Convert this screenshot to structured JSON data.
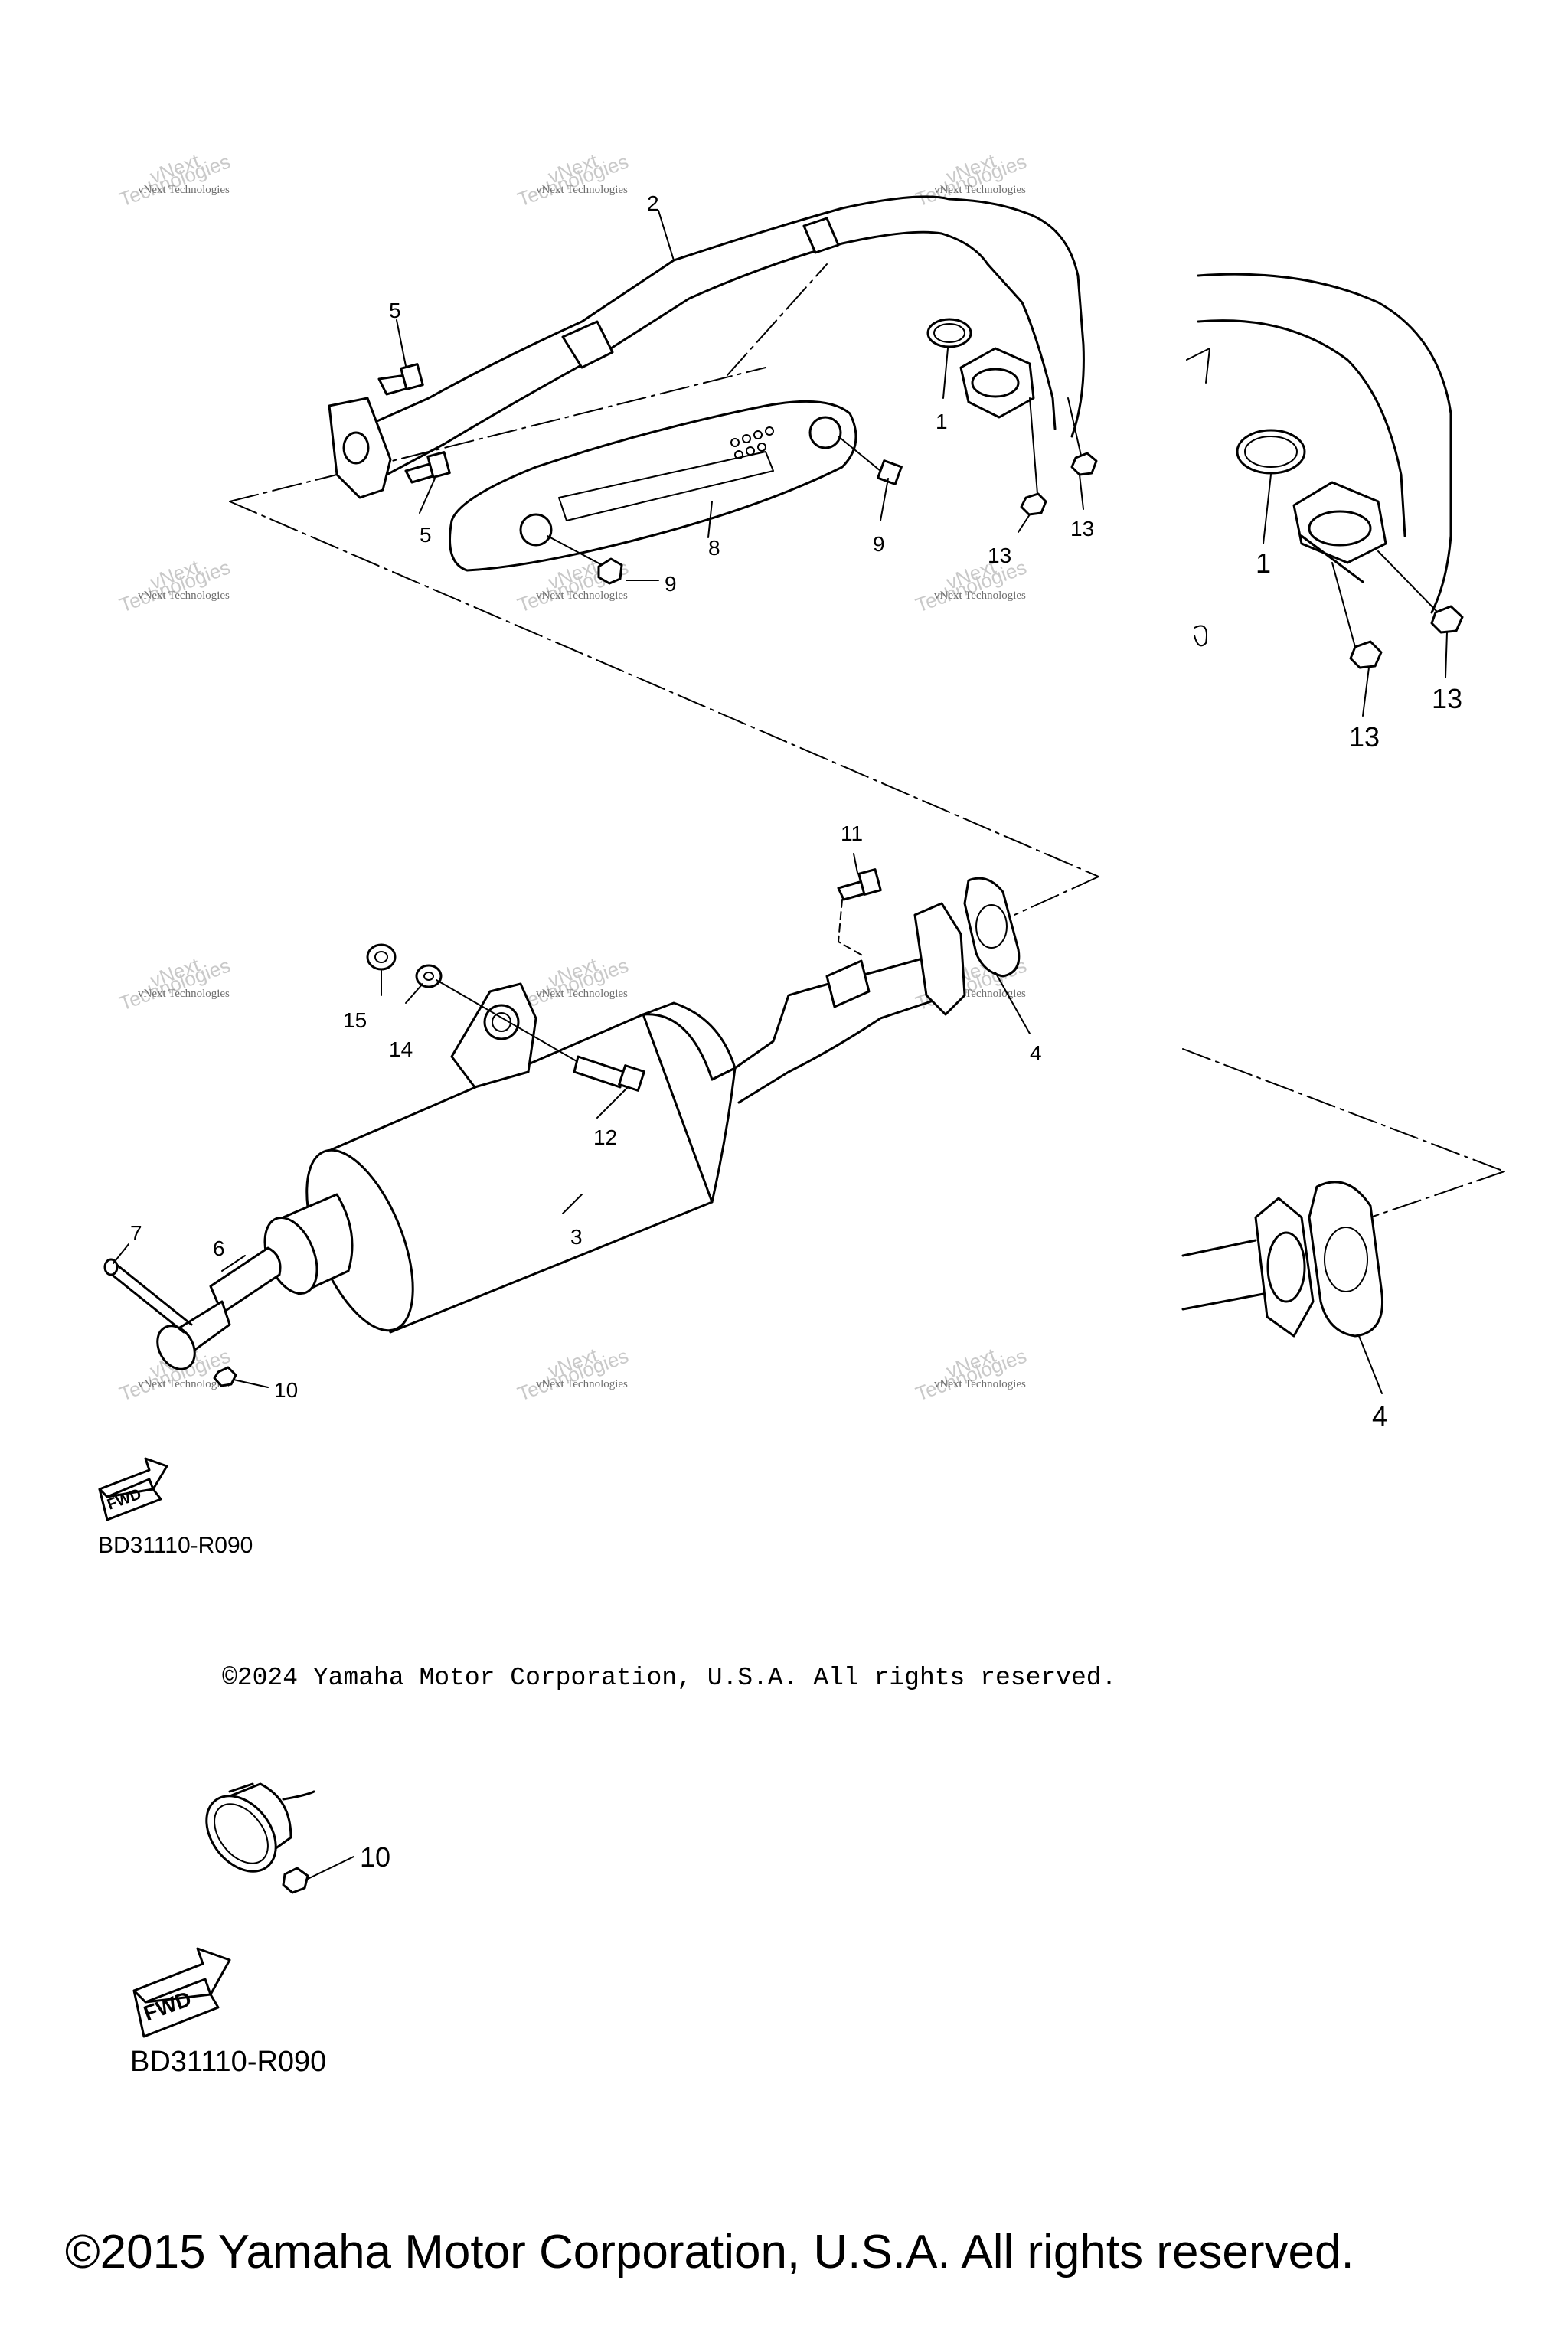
{
  "callouts": {
    "c1": "1",
    "c2": "2",
    "c3": "3",
    "c4": "4",
    "c5": "5",
    "c6": "6",
    "c7": "7",
    "c8": "8",
    "c9": "9",
    "c10": "10",
    "c11": "11",
    "c12": "12",
    "c13": "13",
    "c14": "14",
    "c15": "15"
  },
  "watermark": {
    "line1": "vNext Technologies",
    "line2": "vNext",
    "line3": "Technologies"
  },
  "fwd_label": "FWD",
  "diagram_code": "BD31110-R090",
  "copyright_2024": "©2024 Yamaha Motor Corporation, U.S.A. All rights reserved.",
  "copyright_2015": "©2015 Yamaha Motor Corporation, U.S.A. All rights reserved."
}
